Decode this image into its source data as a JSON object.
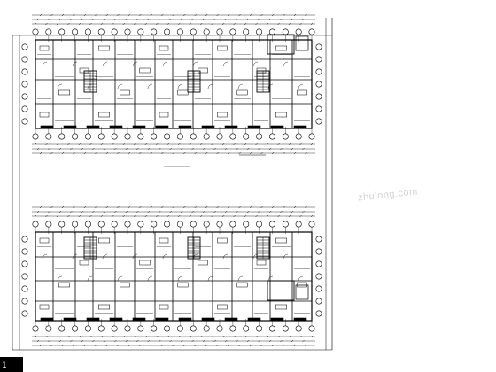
{
  "drawing": {
    "type": "architectural-floor-plan",
    "blocks": [
      "upper",
      "lower"
    ],
    "axis_bubble_count_per_edge": 22,
    "stair_cores_per_block": 3,
    "colors": {
      "ink": "#000000",
      "background": "#ffffff",
      "watermark": "#cfcfcf"
    }
  },
  "watermark": {
    "text": "zhulong.com"
  },
  "title_block": {
    "marker": "1 "
  }
}
